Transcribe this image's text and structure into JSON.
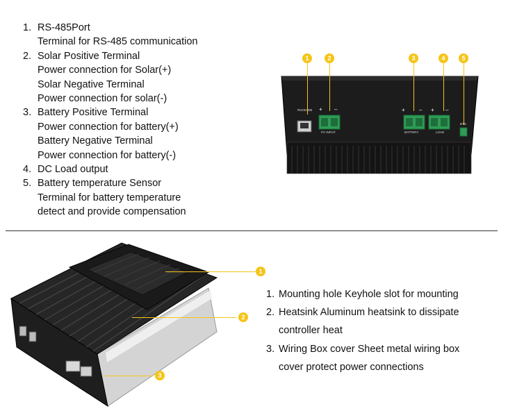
{
  "top_list": [
    {
      "num": "1.",
      "lines": [
        "RS-485Port",
        "Terminal for RS-485 communication"
      ]
    },
    {
      "num": "2.",
      "lines": [
        "Solar Positive Terminal",
        "Power connection for Solar(+)",
        "Solar Negative Terminal",
        "Power connection for solar(-)"
      ]
    },
    {
      "num": "3.",
      "lines": [
        "Battery Positive Terminal",
        "Power connection for battery(+)",
        "Battery Negative Terminal",
        "Power connection for battery(-)"
      ]
    },
    {
      "num": "4.",
      "lines": [
        "DC Load output"
      ]
    },
    {
      "num": "5.",
      "lines": [
        "Battery temperature Sensor",
        "Terminal for battery temperature",
        "detect and provide compensation"
      ]
    }
  ],
  "bottom_list": [
    {
      "num": "1.",
      "lines": [
        "Mounting hole Keyhole slot for mounting"
      ]
    },
    {
      "num": "2.",
      "lines": [
        "Heatsink Aluminum heatsink to dissipate",
        "controller heat"
      ]
    },
    {
      "num": "3.",
      "lines": [
        "Wiring Box cover Sheet metal wiring box",
        "cover protect power connections"
      ]
    }
  ],
  "front_panel": {
    "callouts": [
      "1",
      "2",
      "3",
      "4",
      "5"
    ],
    "rs_label": "RS232485",
    "pv_label": "PV INPUT",
    "battery_label": "BATTERY",
    "load_label": "LOAD",
    "bts_label": "BTS"
  },
  "iso_view": {
    "callouts": [
      "1",
      "2",
      "3"
    ]
  },
  "colors": {
    "callout": "#f5c518",
    "device_body": "#1a1a1a",
    "terminal_green": "#2e9c55"
  }
}
